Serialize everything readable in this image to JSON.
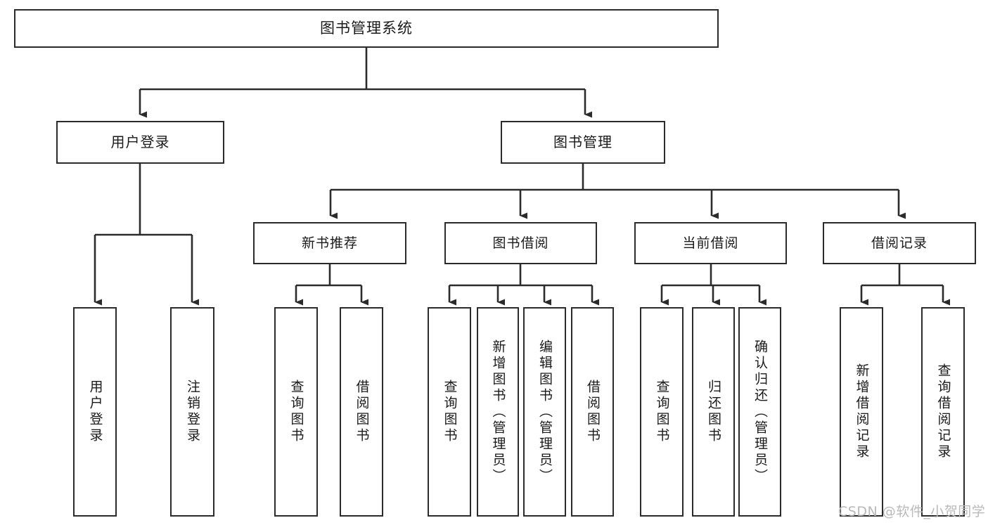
{
  "diagram": {
    "title": "图书管理系统",
    "type": "hierarchy-tree",
    "root": {
      "id": "root",
      "label": "图书管理系统"
    },
    "level1": [
      {
        "id": "user-login",
        "label": "用户登录"
      },
      {
        "id": "book-management",
        "label": "图书管理"
      }
    ],
    "level2": [
      {
        "id": "new-book-recommend",
        "label": "新书推荐",
        "parent": "book-management"
      },
      {
        "id": "book-borrow",
        "label": "图书借阅",
        "parent": "book-management"
      },
      {
        "id": "current-borrow",
        "label": "当前借阅",
        "parent": "book-management"
      },
      {
        "id": "borrow-record",
        "label": "借阅记录",
        "parent": "book-management"
      }
    ],
    "leaves": [
      {
        "id": "leaf-user-login",
        "label": "用户登录",
        "parent": "user-login"
      },
      {
        "id": "leaf-logout",
        "label": "注销登录",
        "parent": "user-login"
      },
      {
        "id": "leaf-query-book-1",
        "label": "查询图书",
        "parent": "new-book-recommend"
      },
      {
        "id": "leaf-borrow-book-1",
        "label": "借阅图书",
        "parent": "new-book-recommend"
      },
      {
        "id": "leaf-query-book-2",
        "label": "查询图书",
        "parent": "book-borrow"
      },
      {
        "id": "leaf-add-book",
        "label": "新增图书（管理员）",
        "parent": "book-borrow"
      },
      {
        "id": "leaf-edit-book",
        "label": "编辑图书（管理员）",
        "parent": "book-borrow"
      },
      {
        "id": "leaf-borrow-book-2",
        "label": "借阅图书",
        "parent": "book-borrow"
      },
      {
        "id": "leaf-query-book-3",
        "label": "查询图书",
        "parent": "current-borrow"
      },
      {
        "id": "leaf-return-book",
        "label": "归还图书",
        "parent": "current-borrow"
      },
      {
        "id": "leaf-confirm-return",
        "label": "确认归还（管理员）",
        "parent": "current-borrow"
      },
      {
        "id": "leaf-add-record",
        "label": "新增借阅记录",
        "parent": "borrow-record"
      },
      {
        "id": "leaf-query-record",
        "label": "查询借阅记录",
        "parent": "borrow-record"
      }
    ],
    "colors": {
      "stroke": "#2b2b2b",
      "background": "#ffffff",
      "text": "#1a1a1a",
      "watermark": "#b9b9b9"
    }
  },
  "watermark": {
    "text": "CSDN @软件_小贺同学"
  }
}
